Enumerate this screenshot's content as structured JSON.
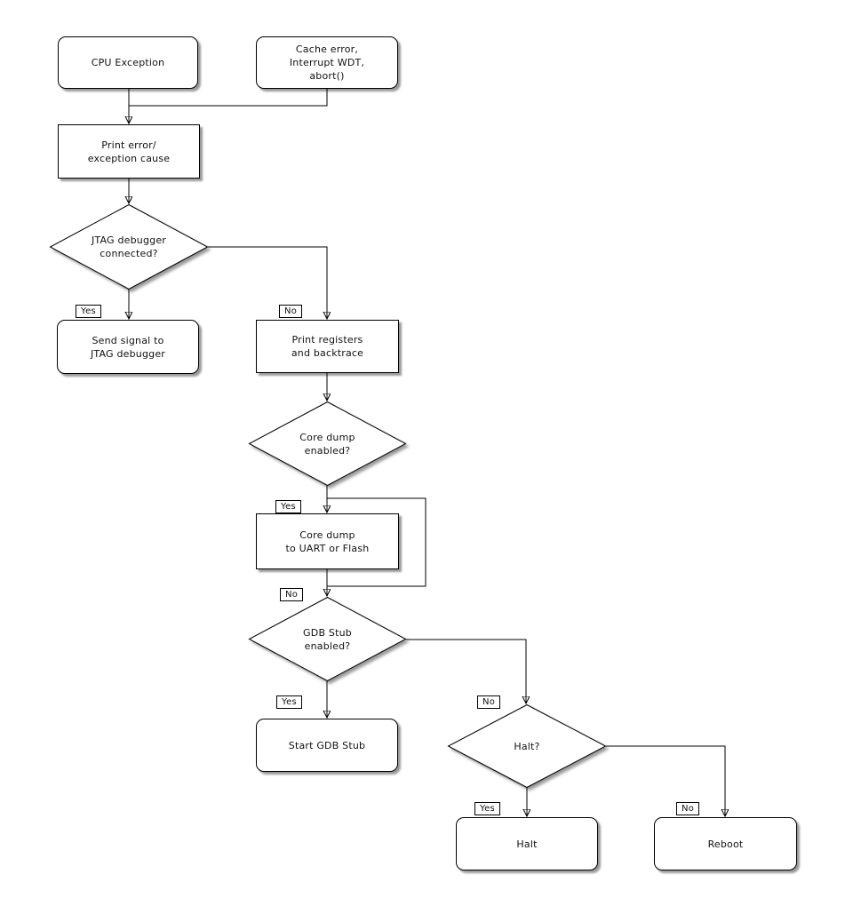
{
  "nodes": {
    "cpu_exception": {
      "label": "CPU Exception",
      "shape": "rounded-rect"
    },
    "cache_error": {
      "label": "Cache error,\nInterrupt WDT,\nabort()",
      "shape": "rounded-rect"
    },
    "print_error": {
      "label": "Print error/\nexception cause",
      "shape": "rect"
    },
    "jtag_connected": {
      "label": "JTAG debugger\nconnected?",
      "shape": "diamond"
    },
    "send_signal": {
      "label": "Send signal to\nJTAG debugger",
      "shape": "rounded-rect"
    },
    "print_registers": {
      "label": "Print registers\nand backtrace",
      "shape": "rect"
    },
    "core_dump_enabled": {
      "label": "Core dump\nenabled?",
      "shape": "diamond"
    },
    "core_dump": {
      "label": "Core dump\nto UART or Flash",
      "shape": "rect"
    },
    "gdb_stub_enabled": {
      "label": "GDB Stub\nenabled?",
      "shape": "diamond"
    },
    "start_gdb_stub": {
      "label": "Start GDB Stub",
      "shape": "rounded-rect"
    },
    "halt_question": {
      "label": "Halt?",
      "shape": "diamond"
    },
    "halt": {
      "label": "Halt",
      "shape": "rounded-rect"
    },
    "reboot": {
      "label": "Reboot",
      "shape": "rounded-rect"
    }
  },
  "edge_labels": {
    "jtag_yes": "Yes",
    "jtag_no": "No",
    "core_yes": "Yes",
    "core_no": "No",
    "gdb_yes": "Yes",
    "gdb_no": "No",
    "halt_yes": "Yes",
    "halt_no": "No"
  },
  "colors": {
    "background": "#ffffff",
    "node_fill": "#ffffff",
    "node_border": "#000000",
    "connector": "#000000",
    "text": "#111111"
  }
}
